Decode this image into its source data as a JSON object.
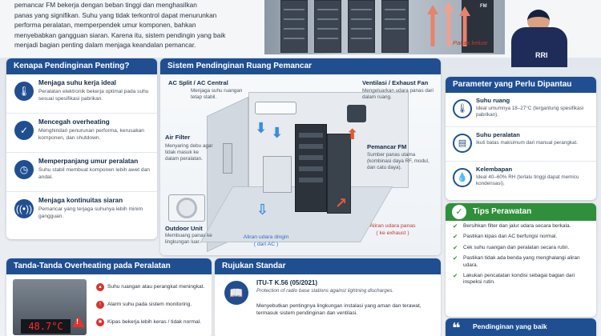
{
  "intro": {
    "lines": [
      "pemancar FM bekerja dengan beban tinggi dan menghasilkan",
      "panas yang signifikan. Suhu yang tidak terkontrol dapat menurunkan",
      "performa peralatan, memperpendek umur komponen, bahkan",
      "menyebabkan gangguan siaran. Karena itu, sistem pendingin yang baik",
      "menjadi bagian penting dalam menjaga keandalan pemancar."
    ]
  },
  "hero": {
    "heat_label": "Panas keluar",
    "tech_logo": "RRI",
    "rack_label": "FM"
  },
  "why": {
    "title": "Kenapa Pendinginan Penting?",
    "items": [
      {
        "title": "Menjaga suhu kerja ideal",
        "desc": "Peralatan elektronik bekerja optimal pada suhu sesuai spesifikasi pabrikan.",
        "icon": "thermometer-icon"
      },
      {
        "title": "Mencegah overheating",
        "desc": "Menghindari penurunan performa, kerusakan komponen, dan shutdown.",
        "icon": "shield-check-icon"
      },
      {
        "title": "Memperpanjang umur peralatan",
        "desc": "Suhu stabil membuat komponen lebih awet dan andal.",
        "icon": "clock-icon"
      },
      {
        "title": "Menjaga kontinuitas siaran",
        "desc": "Pemancar yang terjaga suhunya lebih minim gangguan.",
        "icon": "antenna-icon"
      }
    ]
  },
  "diagram": {
    "title": "Sistem Pendinginan Ruang Pemancar",
    "ac_title": "AC Split / AC Central",
    "ac_desc": "Menjaga suhu ruangan tetap stabil.",
    "vent_title": "Ventilasi / Exhaust Fan",
    "vent_desc": "Mengeluarkan udara panas dari dalam ruang.",
    "filter_title": "Air Filter",
    "filter_desc": "Menyaring debu agar tidak masuk ke dalam peralatan.",
    "fm_title": "Pemancar FM",
    "fm_desc": "Sumber panas utama (kombinasi daya RF, modul, dan catu daya).",
    "outdoor_title": "Outdoor Unit",
    "outdoor_desc": "Membuang panas ke lingkungan luar.",
    "cold_note": "Aliran udara dingin",
    "cold_note2": "( dari AC )",
    "hot_note": "Aliran udara panas",
    "hot_note2": "( ke exhaust )"
  },
  "params": {
    "title": "Parameter yang Perlu Dipantau",
    "items": [
      {
        "title": "Suhu ruang",
        "desc": "Ideal umumnya 18–27°C (tergantung spesifikasi pabrikan).",
        "icon": "thermometer-icon"
      },
      {
        "title": "Suhu peralatan",
        "desc": "Ikuti batas maksimum dari manual perangkat.",
        "icon": "server-icon"
      },
      {
        "title": "Kelembapan",
        "desc": "Ideal 40–60% RH (terlalu tinggi dapat memicu kondensasi).",
        "icon": "droplet-icon"
      }
    ]
  },
  "tips": {
    "title": "Tips Perawatan",
    "items": [
      "Bersihkan filter dan jalur udara secara berkala.",
      "Pastikan kipas dan AC berfungsi normal.",
      "Cek suhu ruangan dan peralatan secara rutin.",
      "Pastikan tidak ada benda yang menghalangi aliran udara.",
      "Lakukan pencatatan kondisi sebagai bagian dari inspeksi rutin."
    ]
  },
  "quote": {
    "mark": "❝",
    "text": "Pendinginan yang baik"
  },
  "overheat": {
    "title": "Tanda-Tanda Overheating pada Peralatan",
    "display": "48.7°C",
    "signs": [
      "Suhu ruangan atau perangkat meningkat.",
      "Alarm suhu pada sistem monitoring.",
      "Kipas bekerja lebih keras / tidak normal."
    ]
  },
  "ref": {
    "title": "Rujukan Standar",
    "std_title": "ITU-T K.56 (05/2021)",
    "std_sub": "Protection of radio base stations against lightning discharges.",
    "std_desc": "Menyebutkan pentingnya lingkungan instalasi yang aman dan terawat, termasuk sistem pendinginan dan ventilasi."
  }
}
